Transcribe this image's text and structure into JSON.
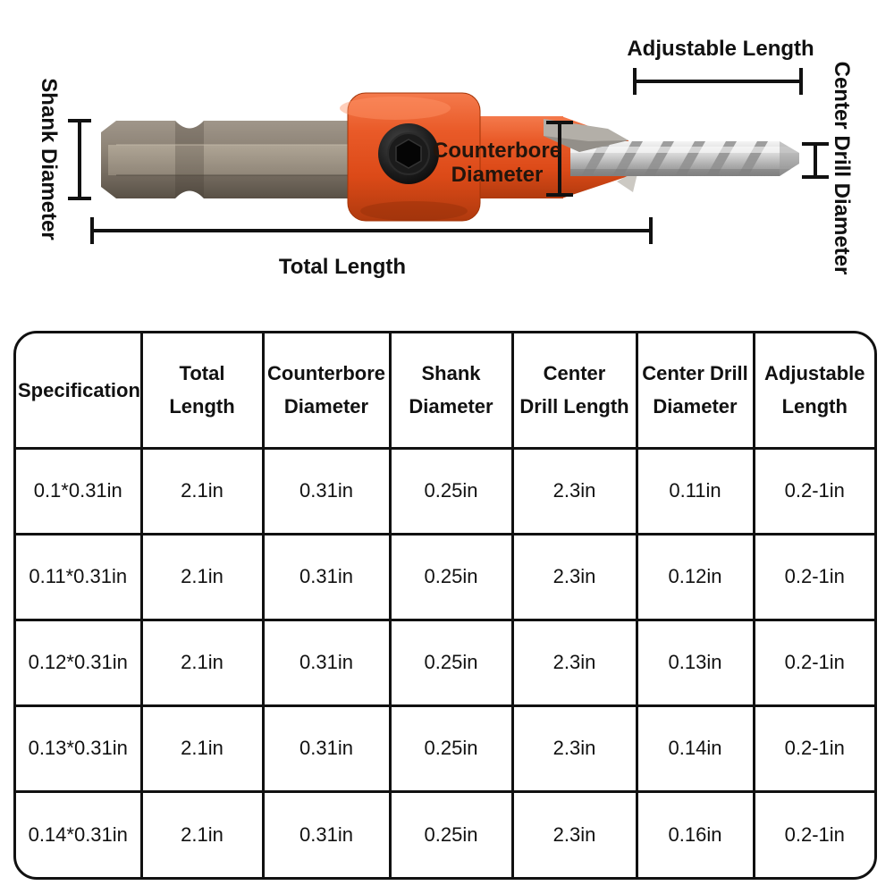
{
  "diagram": {
    "labels": {
      "shank_diameter": "Shank Diameter",
      "total_length": "Total Length",
      "adjustable_length": "Adjustable Length",
      "counterbore_line1": "Counterbore",
      "counterbore_line2": "Diameter",
      "center_drill_diameter": "Center Drill Diameter"
    },
    "colors": {
      "body_orange": "#e2501d",
      "shank_taupe": "#877d70",
      "drill_silver": "#cccccc",
      "annotation_black": "#111111"
    }
  },
  "table": {
    "headers": [
      "Specification",
      "Total\nLength",
      "Counterbore\nDiameter",
      "Shank\nDiameter",
      "Center\nDrill Length",
      "Center Drill\nDiameter",
      "Adjustable\nLength"
    ],
    "rows": [
      [
        "0.1*0.31in",
        "2.1in",
        "0.31in",
        "0.25in",
        "2.3in",
        "0.11in",
        "0.2-1in"
      ],
      [
        "0.11*0.31in",
        "2.1in",
        "0.31in",
        "0.25in",
        "2.3in",
        "0.12in",
        "0.2-1in"
      ],
      [
        "0.12*0.31in",
        "2.1in",
        "0.31in",
        "0.25in",
        "2.3in",
        "0.13in",
        "0.2-1in"
      ],
      [
        "0.13*0.31in",
        "2.1in",
        "0.31in",
        "0.25in",
        "2.3in",
        "0.14in",
        "0.2-1in"
      ],
      [
        "0.14*0.31in",
        "2.1in",
        "0.31in",
        "0.25in",
        "2.3in",
        "0.16in",
        "0.2-1in"
      ]
    ]
  }
}
